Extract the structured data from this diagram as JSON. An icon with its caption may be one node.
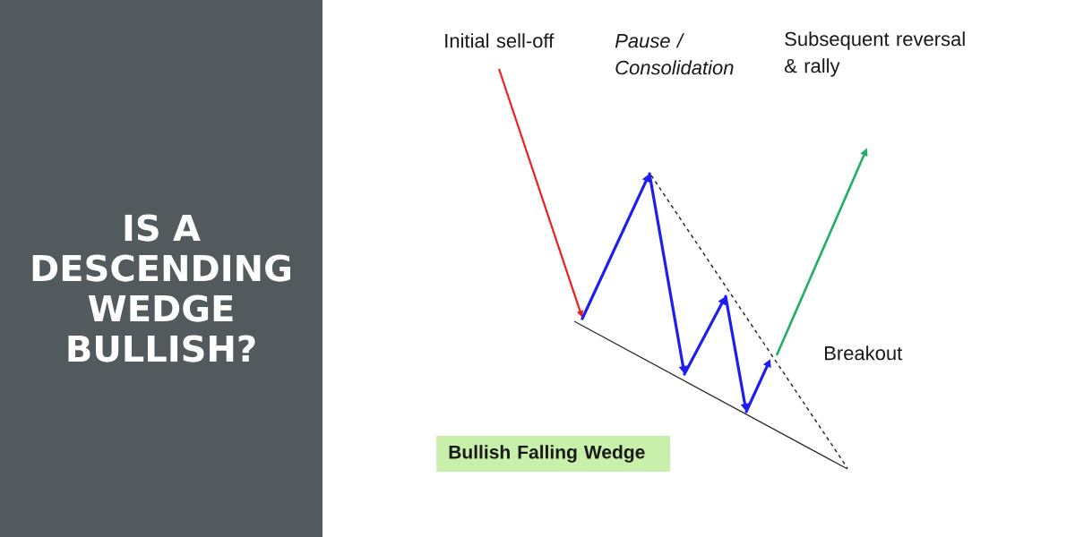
{
  "diagram": {
    "title": "IS A DESCENDING WEDGE BULLISH?",
    "nodes": [
      {
        "text": [
          "Bullish Falling Wedge"
        ]
      }
    ],
    "labels": [
      "Initial sell-off",
      "Pause / Consolidation",
      "Subsequent reversal & rally",
      "Breakout"
    ]
  }
}
